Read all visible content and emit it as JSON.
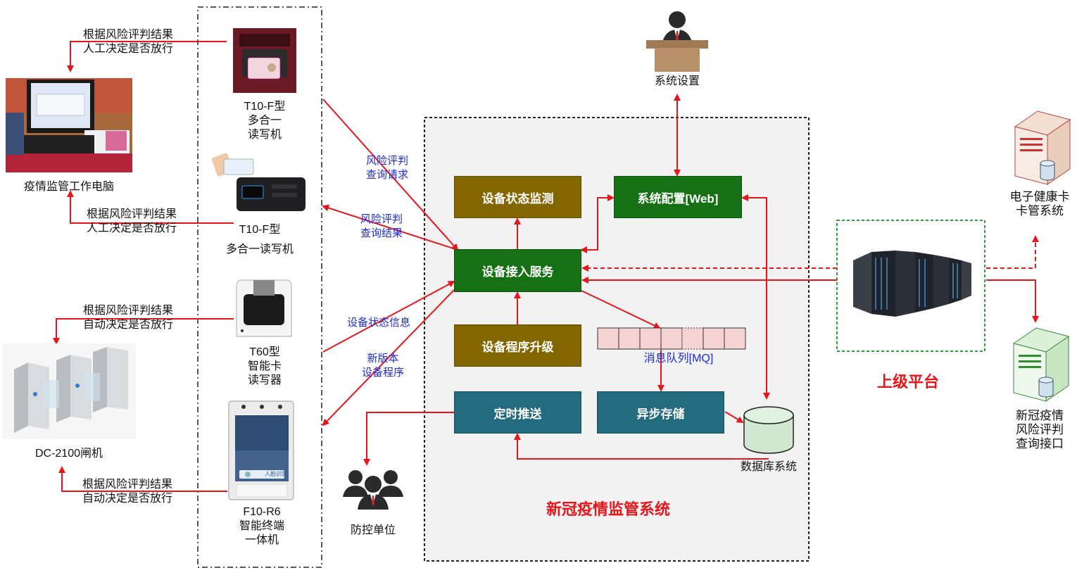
{
  "system": {
    "title": "新冠疫情监管系统",
    "boxes": {
      "status_monitor": "设备状态监测",
      "sys_config": "系统配置[Web]",
      "access_service": "设备接入服务",
      "firmware_upgrade": "设备程序升级",
      "scheduled_push": "定时推送",
      "async_storage": "异步存储"
    },
    "mq_label": "消息队列[MQ]",
    "db_label": "数据库系统"
  },
  "top": {
    "settings_label": "系统设置"
  },
  "bottom": {
    "epidemic_unit_label": "防控单位"
  },
  "left_devices": {
    "computer_label": "疫情监管工作电脑",
    "t10_a": [
      "T10-F型",
      "多合一",
      "读写机"
    ],
    "t10_b": [
      "T10-F型",
      "多合一读写机"
    ],
    "t60": [
      "T60型",
      "智能卡",
      "读写器"
    ],
    "f10": [
      "F10-R6",
      "智能终端",
      "一体机"
    ],
    "gate_label": "DC-2100闸机",
    "f10_screen_text": "人脸识别"
  },
  "notes": {
    "n1": [
      "根据风险评判结果",
      "人工决定是否放行"
    ],
    "n2": [
      "根据风险评判结果",
      "人工决定是否放行"
    ],
    "n3": [
      "根据风险评判结果",
      "自动决定是否放行"
    ],
    "n4": [
      "根据风险评判结果",
      "自动决定是否放行"
    ]
  },
  "arrow_labels": {
    "risk_query_req": [
      "风险评判",
      "查询请求"
    ],
    "risk_query_res": [
      "风险评判",
      "查询结果"
    ],
    "device_status": "设备状态信息",
    "new_firmware": [
      "新版本",
      "设备程序"
    ]
  },
  "right": {
    "upper_platform": "上级平台",
    "health_card": [
      "电子健康卡",
      "卡管系统"
    ],
    "risk_interface": [
      "新冠疫情",
      "风险评判",
      "查询接口"
    ]
  },
  "colors": {
    "arrow": "#e8161b",
    "label_blue": "#1c2bd6",
    "box_brown": "#846600",
    "box_green": "#157113",
    "box_teal": "#236b7f",
    "platform_border": "#2e9a3a",
    "mq_fill": "#f5d3d3"
  }
}
